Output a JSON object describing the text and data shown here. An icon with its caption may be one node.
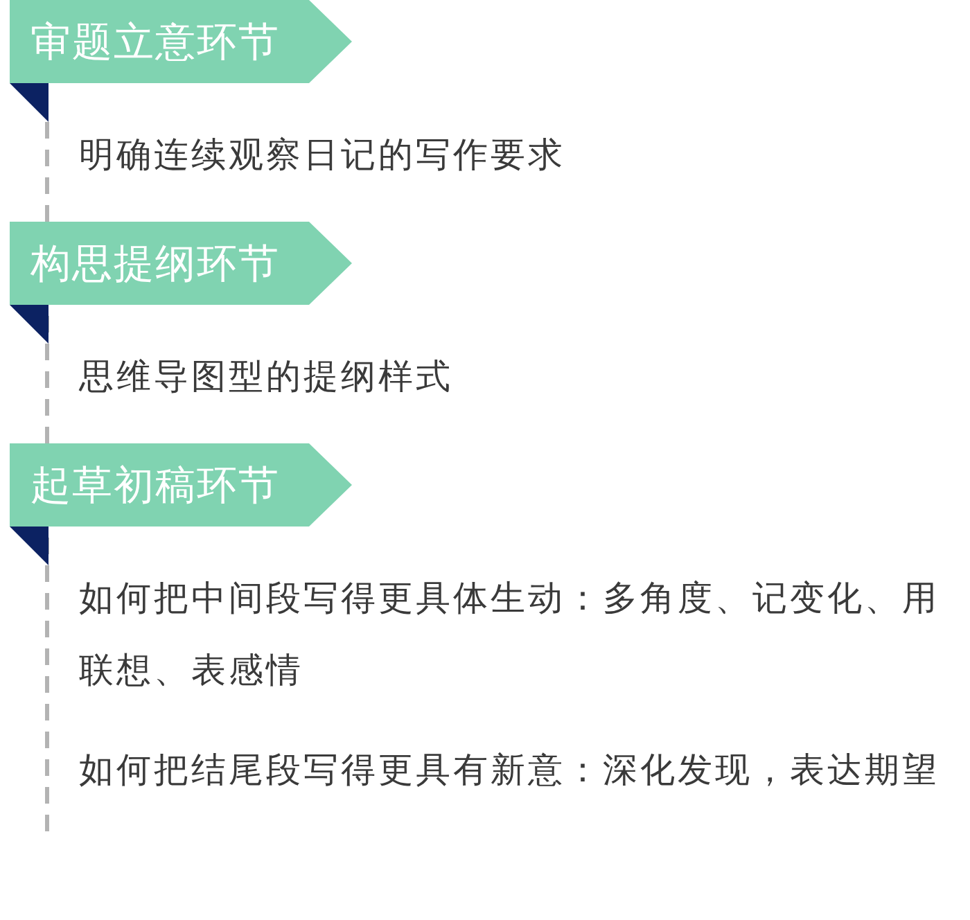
{
  "diagram": {
    "nodes": [
      {
        "text": [
          "审题立意环节"
        ]
      },
      {
        "text": [
          "构思提纲环节"
        ]
      },
      {
        "text": [
          "起草初稿环节"
        ]
      }
    ],
    "labels": [
      "明确连续观察日记的写作要求",
      "思维导图型的提纲样式",
      "如何把中间段写得更具体生动：多角度、记变化、用联想、表感情",
      "如何把结尾段写得更具有新意：深化发现，表达期望"
    ]
  }
}
